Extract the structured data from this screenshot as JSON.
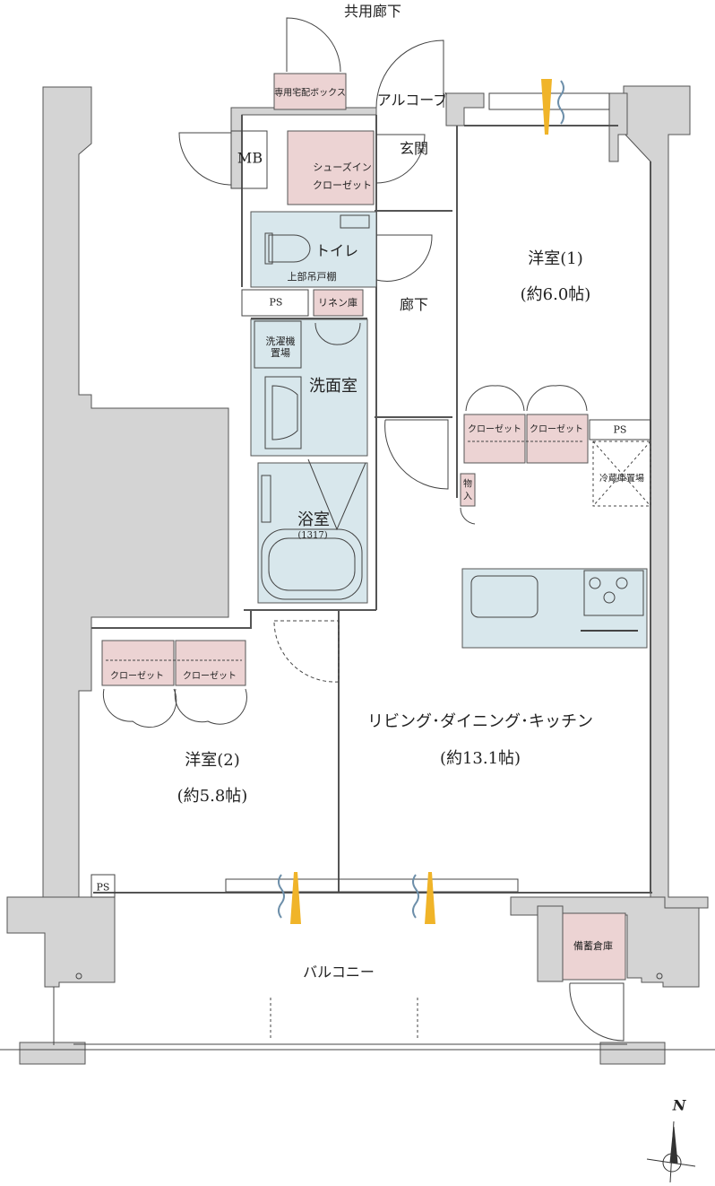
{
  "labels": {
    "common_corridor": "共用廊下",
    "delivery_box": "専用宅配ボックス",
    "alcove": "アルコーブ",
    "mb": "MB",
    "entrance": "玄関",
    "shoe_closet_1": "シューズイン",
    "shoe_closet_2": "クローゼット",
    "toilet": "トイレ",
    "upper_cabinet": "上部吊戸棚",
    "ps": "PS",
    "linen": "リネン庫",
    "hallway": "廊下",
    "washer_1": "洗濯機",
    "washer_2": "置場",
    "washroom": "洗面室",
    "bathroom": "浴室",
    "bath_size": "(1317)",
    "room1": "洋室(1)",
    "room1_size": "(約6.0帖)",
    "room2": "洋室(2)",
    "room2_size": "(約5.8帖)",
    "closet": "クローゼット",
    "storage_1": "物",
    "storage_2": "入",
    "fridge": "冷蔵庫置場",
    "ldk": "リビング･ダイニング･キッチン",
    "ldk_size": "(約13.1帖)",
    "storehouse": "備蓄倉庫",
    "balcony": "バルコニー",
    "north": "N"
  },
  "colors": {
    "wall": "#d4d4d4",
    "wall_line": "#555555",
    "closet_fill": "#ecd3d3",
    "wet_fill": "#d8e7ec",
    "accent_yellow": "#f0b429",
    "accent_blue": "#6d8faa"
  }
}
